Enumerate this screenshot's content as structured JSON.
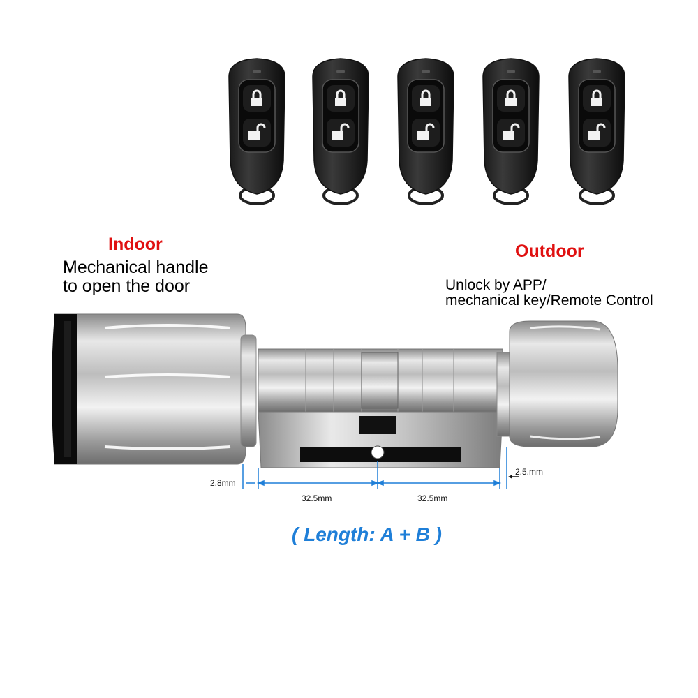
{
  "indoor": {
    "title": "Indoor",
    "line1": "Mechanical handle",
    "line2": "to open the door"
  },
  "outdoor": {
    "title": "Outdoor",
    "line1": "Unlock by APP/",
    "line2": "mechanical key/Remote Control"
  },
  "dimensions": {
    "left_offset": "2.8mm",
    "right_offset": "2.5.mm",
    "segment_a": "32.5mm",
    "segment_b": "32.5mm"
  },
  "caption": "( Length:  A + B )",
  "colors": {
    "red_label": "#e01010",
    "dimension_blue": "#1f7fd8"
  },
  "remotes": [
    {
      "icon_top": "lock-icon",
      "icon_bottom": "unlock-icon"
    },
    {
      "icon_top": "lock-icon",
      "icon_bottom": "unlock-icon"
    },
    {
      "icon_top": "lock-icon",
      "icon_bottom": "unlock-icon"
    },
    {
      "icon_top": "lock-icon",
      "icon_bottom": "unlock-icon"
    },
    {
      "icon_top": "lock-icon",
      "icon_bottom": "unlock-icon"
    }
  ]
}
